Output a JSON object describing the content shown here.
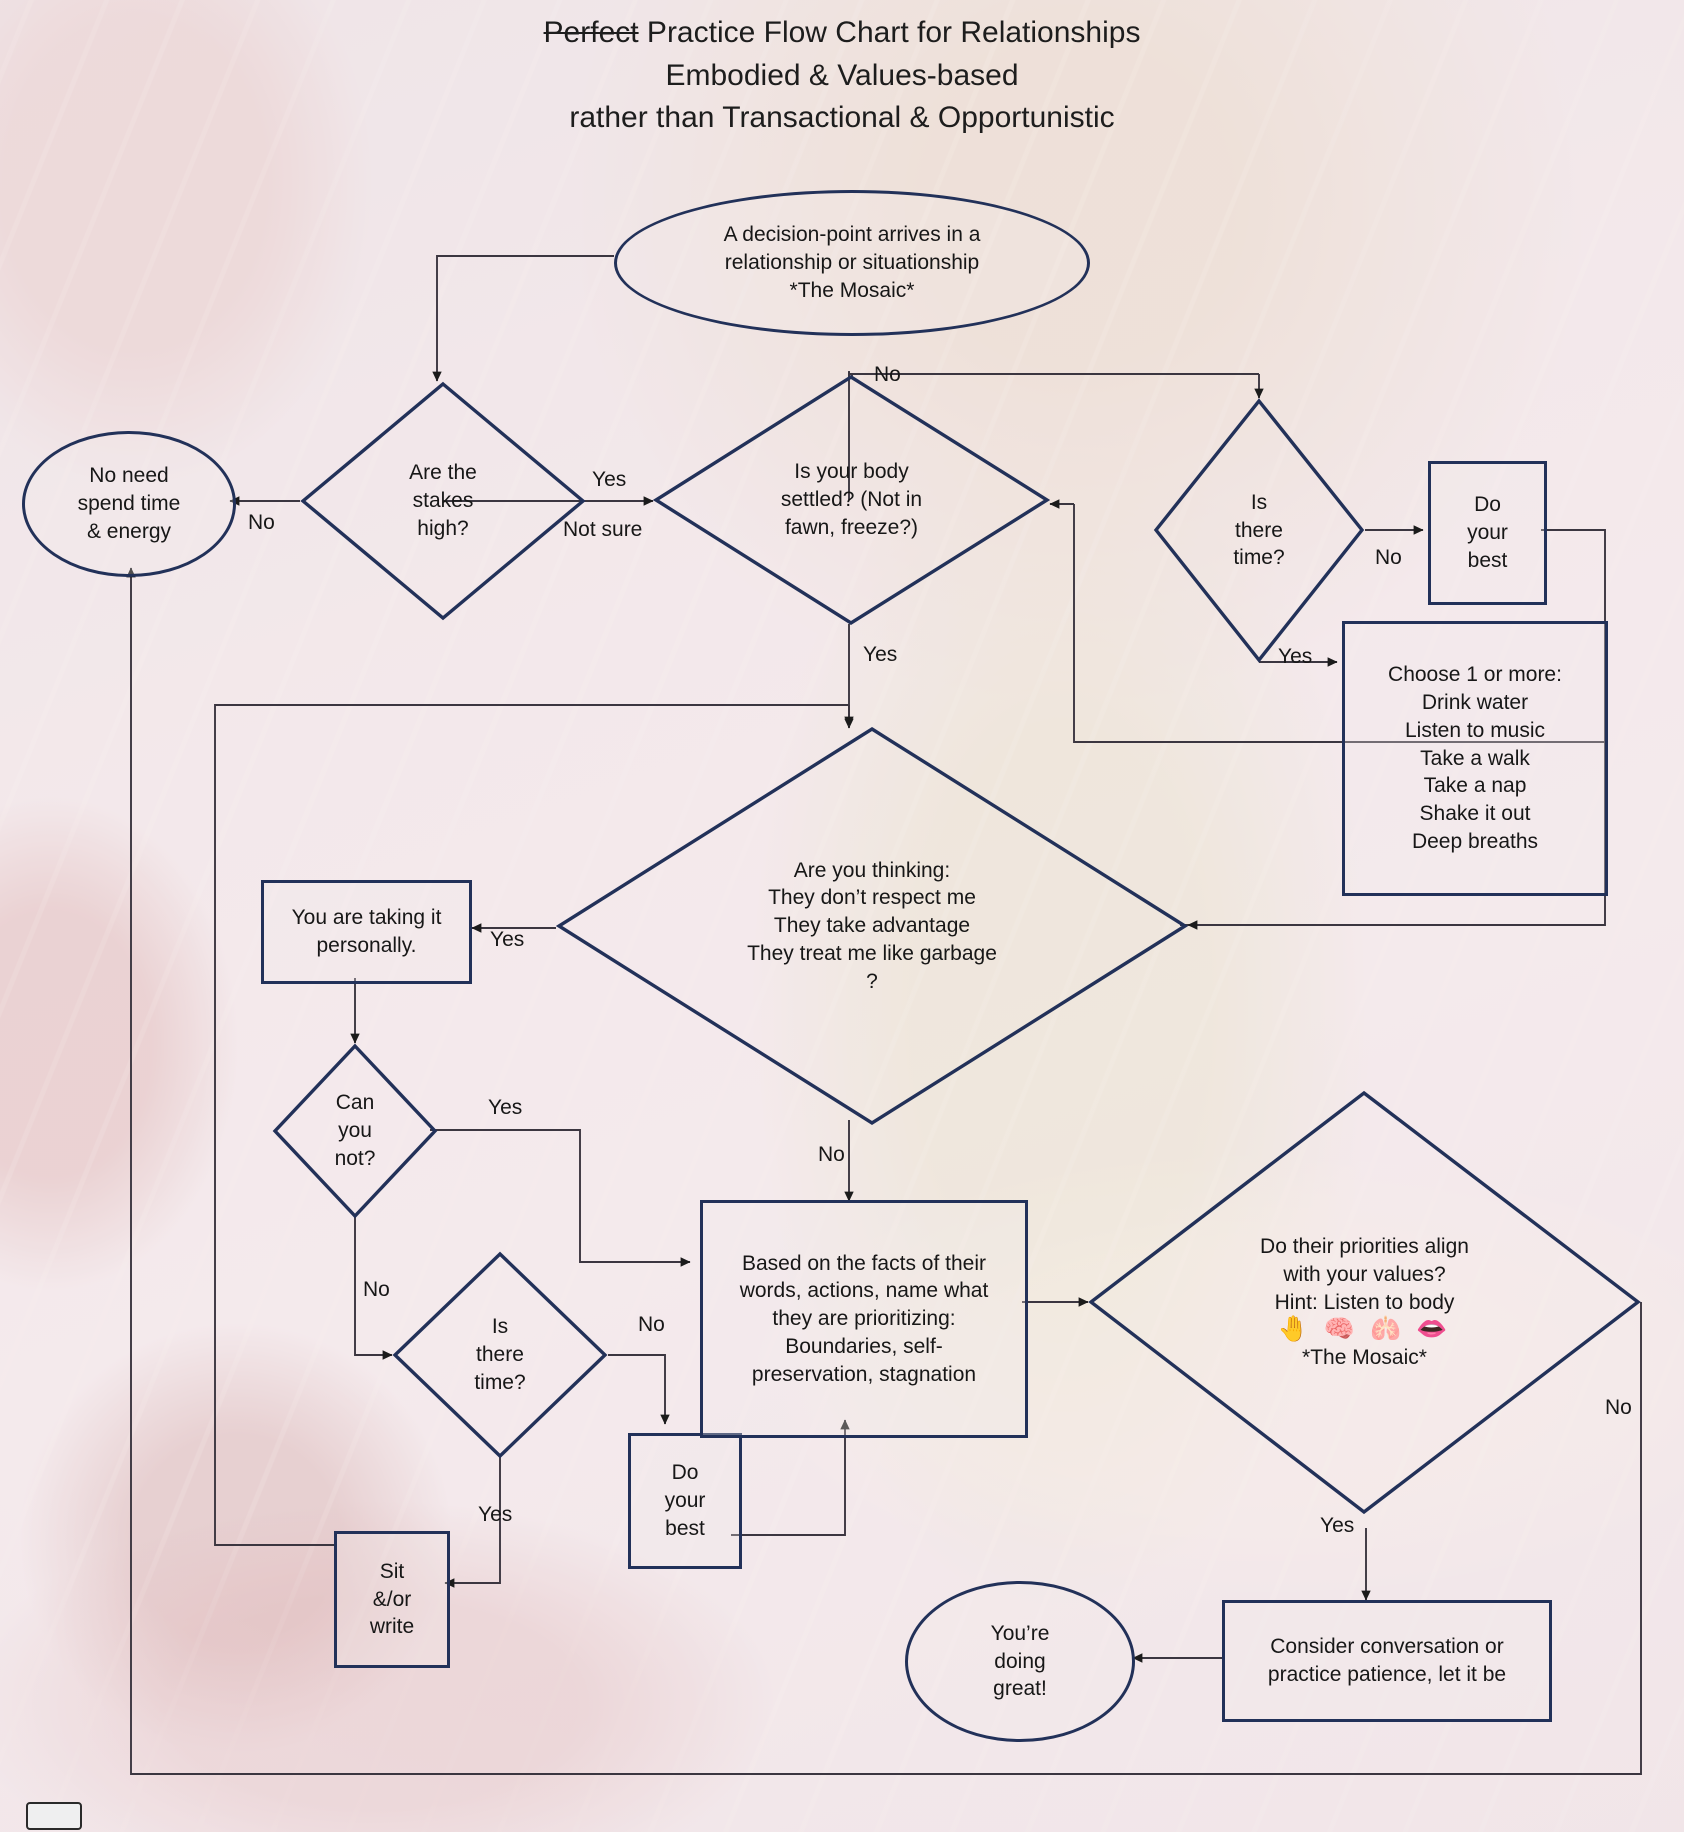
{
  "title": {
    "line1_struck": "Perfect",
    "line1_rest": " Practice Flow Chart for Relationships",
    "line2": "Embodied & Values-based",
    "line3": "rather than Transactional & Opportunistic"
  },
  "colors": {
    "stroke": "#223159",
    "thin_stroke": "#3b3640",
    "text": "#171717",
    "background": "#ece4e6"
  },
  "nodes": {
    "start": {
      "shape": "ellipse",
      "text": "A decision-point arrives in a\nrelationship or situationship\n*The Mosaic*"
    },
    "stakes": {
      "shape": "diamond",
      "text": "Are the\nstakes\nhigh?"
    },
    "no_need": {
      "shape": "ellipse",
      "text": "No need\nspend time\n& energy"
    },
    "body_settled": {
      "shape": "diamond",
      "text": "Is your body\nsettled? (Not in\nfawn, freeze?)"
    },
    "time_top": {
      "shape": "diamond",
      "text": "Is\nthere\ntime?"
    },
    "do_best_top": {
      "shape": "box",
      "text": "Do\nyour\nbest"
    },
    "choose": {
      "shape": "box",
      "lines": [
        "Choose 1 or more:",
        "Drink water",
        "Listen to music",
        "Take a walk",
        "Take a nap",
        "Shake it out",
        "Deep breaths"
      ]
    },
    "thinking": {
      "shape": "diamond",
      "text": "Are you thinking:\nThey don’t respect me\nThey take advantage\nThey treat me like garbage\n?"
    },
    "personally": {
      "shape": "box",
      "text": "You are taking it\npersonally."
    },
    "can_you_not": {
      "shape": "diamond",
      "text": "Can\nyou\nnot?"
    },
    "time_mid": {
      "shape": "diamond",
      "text": "Is\nthere\ntime?"
    },
    "sit_write": {
      "shape": "box",
      "text": "Sit\n&/or\nwrite"
    },
    "do_best_bottom": {
      "shape": "box",
      "text": "Do\nyour\nbest"
    },
    "facts": {
      "shape": "box",
      "text": "Based on the facts of their\nwords, actions, name what\nthey are prioritizing:\nBoundaries, self-\npreservation, stagnation"
    },
    "align": {
      "shape": "diamond",
      "line1": "Do their priorities align",
      "line2": "with your values?",
      "line3": "Hint: Listen to body",
      "emoji": "🤚 🧠 🫁 👄",
      "line5": "*The Mosaic*"
    },
    "consider": {
      "shape": "box",
      "text": "Consider conversation or\npractice patience, let it be"
    },
    "doing_great": {
      "shape": "ellipse",
      "text": "You’re\ndoing\ngreat!"
    }
  },
  "edge_labels": {
    "stakes_no": "No",
    "stakes_yes": "Yes",
    "stakes_not_sure": "Not sure",
    "body_no": "No",
    "body_yes": "Yes",
    "time_top_no": "No",
    "time_top_yes": "Yes",
    "thinking_yes": "Yes",
    "thinking_no": "No",
    "can_not_yes": "Yes",
    "can_not_no": "No",
    "time_mid_no": "No",
    "time_mid_yes": "Yes",
    "align_yes": "Yes",
    "align_no": "No"
  },
  "chart_data": {
    "type": "flowchart",
    "title": "Perfect Practice Flow Chart for Relationships — Embodied & Values-based rather than Transactional & Opportunistic",
    "nodes": [
      {
        "id": "start",
        "shape": "ellipse",
        "label": "A decision-point arrives in a relationship or situationship *The Mosaic*"
      },
      {
        "id": "stakes",
        "shape": "diamond",
        "label": "Are the stakes high?"
      },
      {
        "id": "no_need",
        "shape": "ellipse",
        "label": "No need spend time & energy"
      },
      {
        "id": "body_settled",
        "shape": "diamond",
        "label": "Is your body settled? (Not in fawn, freeze?)"
      },
      {
        "id": "time_top",
        "shape": "diamond",
        "label": "Is there time?"
      },
      {
        "id": "do_best_top",
        "shape": "box",
        "label": "Do your best"
      },
      {
        "id": "choose",
        "shape": "box",
        "label": "Choose 1 or more: Drink water / Listen to music / Take a walk / Take a nap / Shake it out / Deep breaths"
      },
      {
        "id": "thinking",
        "shape": "diamond",
        "label": "Are you thinking: They don’t respect me / They take advantage / They treat me like garbage ?"
      },
      {
        "id": "personally",
        "shape": "box",
        "label": "You are taking it personally."
      },
      {
        "id": "can_you_not",
        "shape": "diamond",
        "label": "Can you not?"
      },
      {
        "id": "time_mid",
        "shape": "diamond",
        "label": "Is there time?"
      },
      {
        "id": "sit_write",
        "shape": "box",
        "label": "Sit &/or write"
      },
      {
        "id": "do_best_bottom",
        "shape": "box",
        "label": "Do your best"
      },
      {
        "id": "facts",
        "shape": "box",
        "label": "Based on the facts of their words, actions, name what they are prioritizing: Boundaries, self-preservation, stagnation"
      },
      {
        "id": "align",
        "shape": "diamond",
        "label": "Do their priorities align with your values? Hint: Listen to body *The Mosaic*"
      },
      {
        "id": "consider",
        "shape": "box",
        "label": "Consider conversation or practice patience, let it be"
      },
      {
        "id": "doing_great",
        "shape": "ellipse",
        "label": "You’re doing great!"
      }
    ],
    "edges": [
      {
        "from": "start",
        "to": "stakes",
        "label": ""
      },
      {
        "from": "stakes",
        "to": "no_need",
        "label": "No"
      },
      {
        "from": "stakes",
        "to": "body_settled",
        "label": "Yes / Not sure"
      },
      {
        "from": "body_settled",
        "to": "time_top",
        "label": "No"
      },
      {
        "from": "body_settled",
        "to": "thinking",
        "label": "Yes"
      },
      {
        "from": "time_top",
        "to": "do_best_top",
        "label": "No"
      },
      {
        "from": "time_top",
        "to": "choose",
        "label": "Yes"
      },
      {
        "from": "do_best_top",
        "to": "body_settled",
        "label": ""
      },
      {
        "from": "choose",
        "to": "thinking",
        "label": ""
      },
      {
        "from": "thinking",
        "to": "personally",
        "label": "Yes"
      },
      {
        "from": "thinking",
        "to": "facts",
        "label": "No"
      },
      {
        "from": "personally",
        "to": "can_you_not",
        "label": ""
      },
      {
        "from": "can_you_not",
        "to": "facts",
        "label": "Yes"
      },
      {
        "from": "can_you_not",
        "to": "time_mid",
        "label": "No"
      },
      {
        "from": "time_mid",
        "to": "do_best_bottom",
        "label": "No"
      },
      {
        "from": "time_mid",
        "to": "sit_write",
        "label": "Yes"
      },
      {
        "from": "do_best_bottom",
        "to": "facts",
        "label": ""
      },
      {
        "from": "sit_write",
        "to": "thinking",
        "label": ""
      },
      {
        "from": "facts",
        "to": "align",
        "label": ""
      },
      {
        "from": "align",
        "to": "consider",
        "label": "Yes"
      },
      {
        "from": "align",
        "to": "no_need",
        "label": "No"
      },
      {
        "from": "consider",
        "to": "doing_great",
        "label": ""
      }
    ]
  }
}
